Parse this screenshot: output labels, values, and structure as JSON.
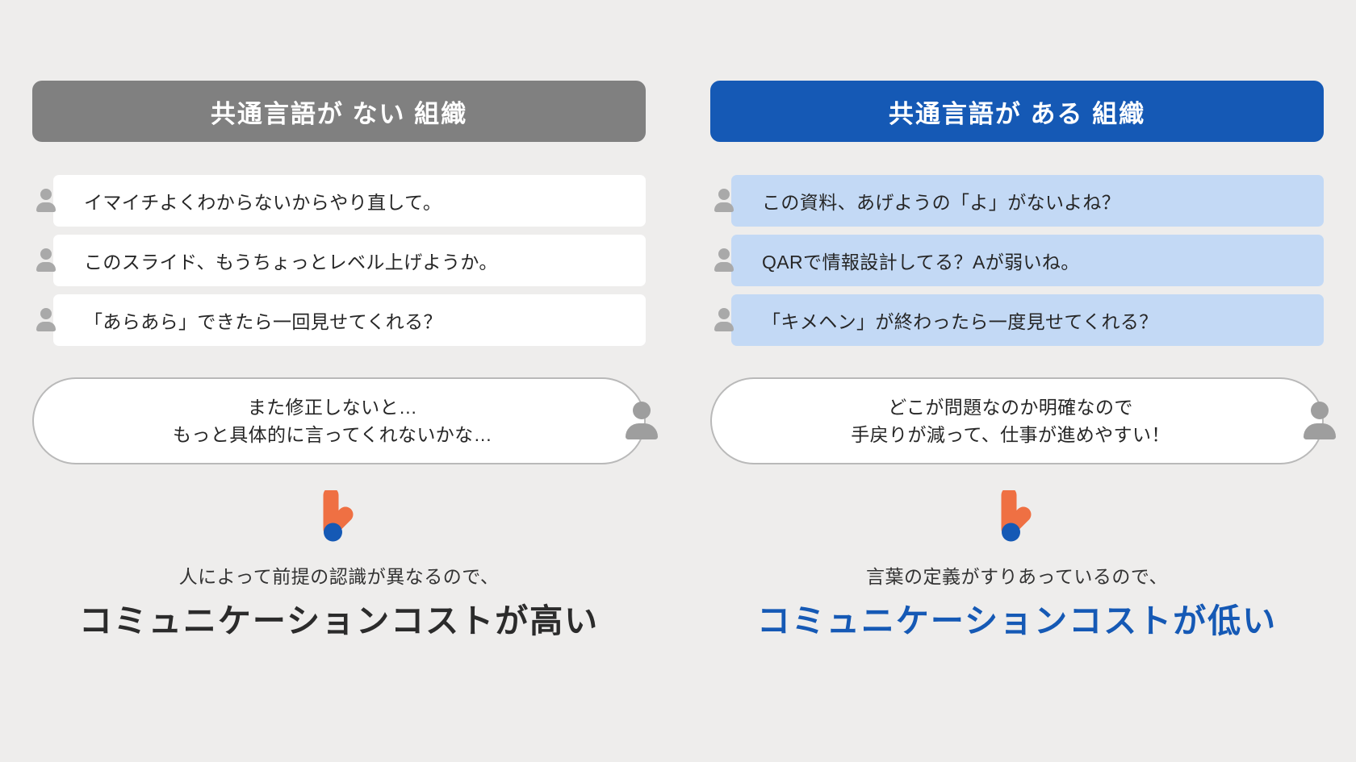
{
  "page": {
    "background_color": "#eeedec",
    "accent_blue": "#1559b5",
    "accent_gray": "#808080",
    "accent_orange": "#ef7043",
    "bubble_blue": "#c3d9f5"
  },
  "columns": [
    {
      "id": "without-common-language",
      "banner": {
        "label": "共通言語が ない 組織",
        "style": "gray",
        "background_color": "#808080"
      },
      "messages": [
        {
          "text": "イマイチよくわからないからやり直して。",
          "style": "white"
        },
        {
          "text": "このスライド、もうちょっとレベル上げようか。",
          "style": "white"
        },
        {
          "text": "「あらあら」できたら一回見せてくれる？",
          "style": "white"
        }
      ],
      "thought": {
        "line1": "また修正しないと…",
        "line2": "もっと具体的に言ってくれないかな…"
      },
      "arrow": {
        "icon": "orange-check-arrow-icon",
        "orange": "#ef7043",
        "dot": "#1559b5"
      },
      "conclusion": {
        "sub": "人によって前提の認識が異なるので、",
        "main": "コミュニケーションコストが高い",
        "main_color": "#2b2b2b"
      }
    },
    {
      "id": "with-common-language",
      "banner": {
        "label": "共通言語が ある 組織",
        "style": "blue",
        "background_color": "#1559b5"
      },
      "messages": [
        {
          "text": "この資料、あげようの「よ」がないよね？",
          "style": "lightblue"
        },
        {
          "text": "QARで情報設計してる？Aが弱いね。",
          "style": "lightblue"
        },
        {
          "text": "「キメヘン」が終わったら一度見せてくれる？",
          "style": "lightblue"
        }
      ],
      "thought": {
        "line1": "どこが問題なのか明確なので",
        "line2": "手戻りが減って、仕事が進めやすい！"
      },
      "arrow": {
        "icon": "orange-check-arrow-icon",
        "orange": "#ef7043",
        "dot": "#1559b5"
      },
      "conclusion": {
        "sub": "言葉の定義がすりあっているので、",
        "main": "コミュニケーションコストが低い",
        "main_color": "#1559b5"
      }
    }
  ]
}
